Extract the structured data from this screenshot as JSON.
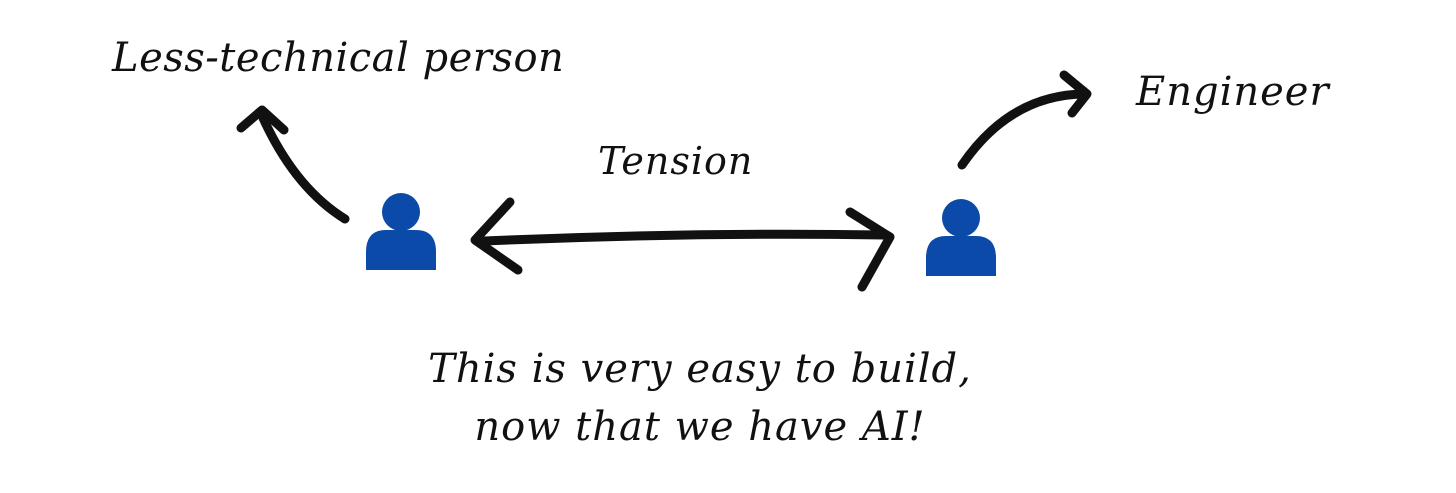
{
  "diagram": {
    "left_label": "Less-technical person",
    "right_label": "Engineer",
    "middle_label": "Tension",
    "caption_line1": "This is very easy to build,",
    "caption_line2": "now that we have AI!"
  },
  "icons": {
    "person_left": "person-icon",
    "person_right": "person-icon"
  },
  "colors": {
    "person": "#0b4aa8",
    "ink": "#111111",
    "background": "#ffffff"
  }
}
